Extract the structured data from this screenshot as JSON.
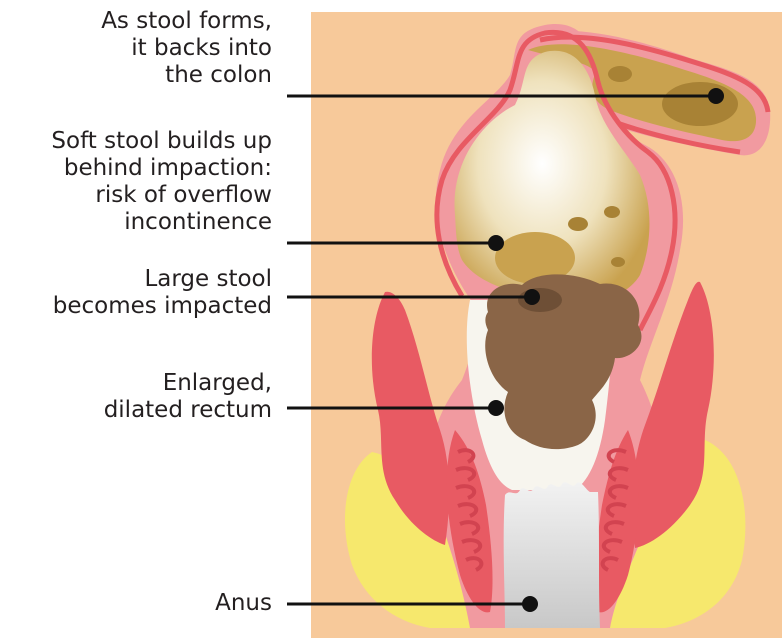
{
  "labels": {
    "colon": {
      "lines": [
        "As stool forms,",
        "it backs into",
        "the colon"
      ]
    },
    "soft_stool": {
      "lines": [
        "Soft stool builds up",
        "behind impaction:",
        "risk of overflow",
        "incontinence"
      ]
    },
    "impacted": {
      "lines": [
        "Large stool",
        "becomes impacted"
      ]
    },
    "rectum": {
      "lines": [
        "Enlarged,",
        "dilated rectum"
      ]
    },
    "anus": {
      "lines": [
        "Anus"
      ]
    }
  },
  "colors": {
    "background_panel": "#f7c99a",
    "tissue": "#e85a63",
    "tissue_light": "#f19aa0",
    "fat": "#f6e86d",
    "soft_stool": "#c9a24f",
    "impacted_stool": "#8a6547",
    "lumen": "#f7f5ee",
    "anal_canal": "#d3d3d3",
    "leader": "#111111"
  }
}
